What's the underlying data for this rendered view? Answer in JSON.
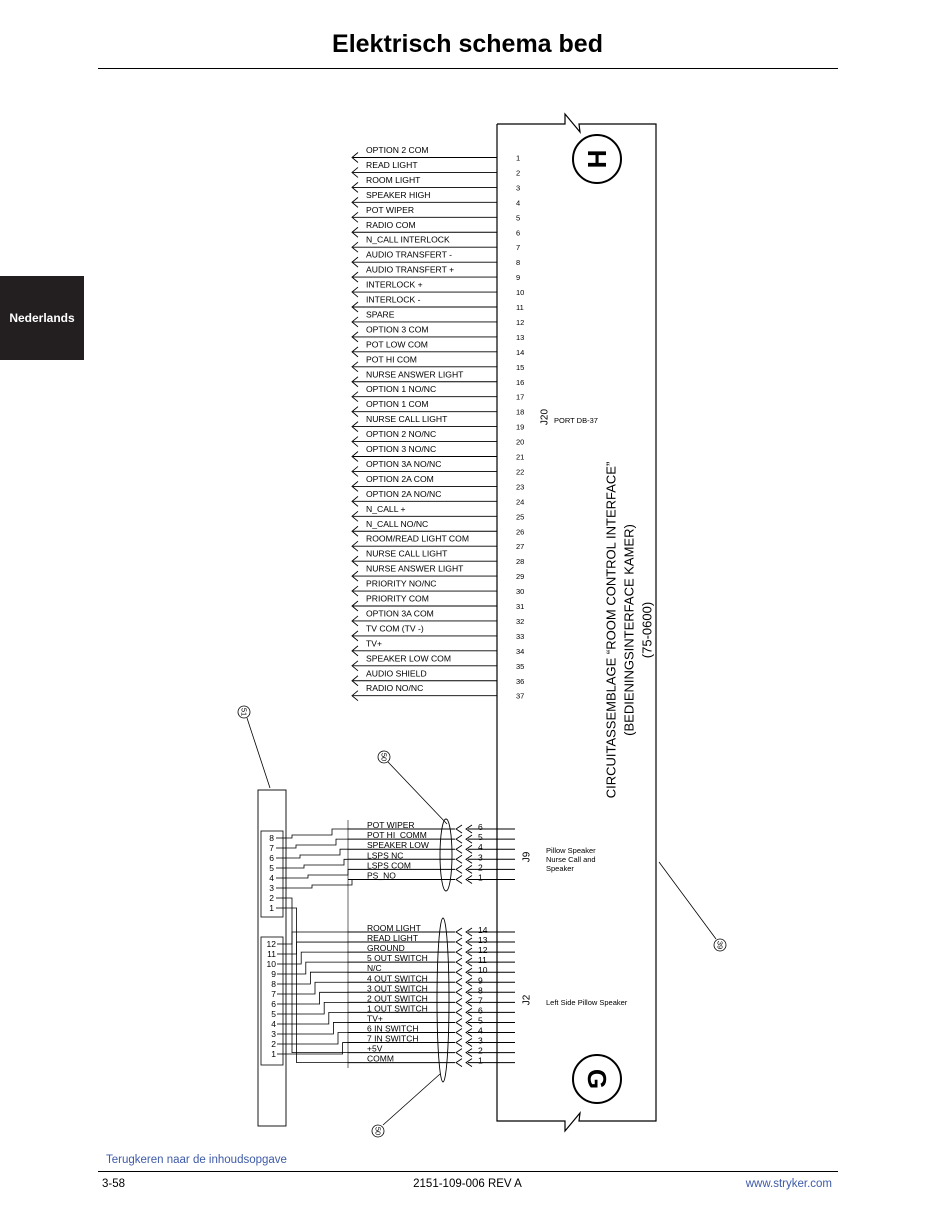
{
  "header": {
    "title": "Elektrisch schema bed"
  },
  "side_tab": {
    "label": "Nederlands"
  },
  "footer": {
    "toc_link": "Terugkeren naar de inhoudsopgave",
    "page_number": "3-58",
    "doc_number": "2151-109-006 REV A",
    "website": "www.stryker.com"
  },
  "diagram": {
    "board_title": [
      "CIRCUITASSEMBLAGE “ROOM CONTROL INTERFACE”",
      "(BEDIENINGSINTERFACE KAMER)",
      "(75-0600)"
    ],
    "connector_h": "H",
    "connector_g": "G",
    "j20": {
      "label": "J20",
      "port": "PORT DB-37",
      "pins": [
        {
          "n": "1",
          "signal": "OPTION 2 COM"
        },
        {
          "n": "2",
          "signal": "READ LIGHT"
        },
        {
          "n": "3",
          "signal": "ROOM LIGHT"
        },
        {
          "n": "4",
          "signal": "SPEAKER HIGH"
        },
        {
          "n": "5",
          "signal": "POT WIPER"
        },
        {
          "n": "6",
          "signal": "RADIO COM"
        },
        {
          "n": "7",
          "signal": "N_CALL INTERLOCK"
        },
        {
          "n": "8",
          "signal": "AUDIO TRANSFERT -"
        },
        {
          "n": "9",
          "signal": "AUDIO TRANSFERT +"
        },
        {
          "n": "10",
          "signal": "INTERLOCK +"
        },
        {
          "n": "11",
          "signal": "INTERLOCK -"
        },
        {
          "n": "12",
          "signal": "SPARE"
        },
        {
          "n": "13",
          "signal": "OPTION 3 COM"
        },
        {
          "n": "14",
          "signal": "POT LOW COM"
        },
        {
          "n": "15",
          "signal": "POT HI COM"
        },
        {
          "n": "16",
          "signal": "NURSE ANSWER LIGHT"
        },
        {
          "n": "17",
          "signal": "OPTION 1 NO/NC"
        },
        {
          "n": "18",
          "signal": "OPTION 1 COM"
        },
        {
          "n": "19",
          "signal": "NURSE CALL LIGHT"
        },
        {
          "n": "20",
          "signal": "OPTION 2 NO/NC"
        },
        {
          "n": "21",
          "signal": "OPTION 3 NO/NC"
        },
        {
          "n": "22",
          "signal": "OPTION 3A NO/NC"
        },
        {
          "n": "23",
          "signal": "OPTION 2A COM"
        },
        {
          "n": "24",
          "signal": "OPTION 2A NO/NC"
        },
        {
          "n": "25",
          "signal": "N_CALL +"
        },
        {
          "n": "26",
          "signal": "N_CALL NO/NC"
        },
        {
          "n": "27",
          "signal": "ROOM/READ LIGHT COM"
        },
        {
          "n": "28",
          "signal": "NURSE CALL LIGHT"
        },
        {
          "n": "29",
          "signal": "NURSE ANSWER LIGHT"
        },
        {
          "n": "30",
          "signal": "PRIORITY NO/NC"
        },
        {
          "n": "31",
          "signal": "PRIORITY COM"
        },
        {
          "n": "32",
          "signal": "OPTION 3A COM"
        },
        {
          "n": "33",
          "signal": "TV COM (TV -)"
        },
        {
          "n": "34",
          "signal": "TV+"
        },
        {
          "n": "35",
          "signal": "SPEAKER LOW COM"
        },
        {
          "n": "36",
          "signal": "AUDIO SHIELD"
        },
        {
          "n": "37",
          "signal": "RADIO NO/NC"
        }
      ]
    },
    "j9": {
      "label": "J9",
      "description": [
        "Pillow Speaker",
        "Nurse Call and",
        "Speaker"
      ],
      "pins": [
        {
          "n": "6",
          "signal": "POT WIPER"
        },
        {
          "n": "5",
          "signal": "POT HI_COMM"
        },
        {
          "n": "4",
          "signal": "SPEAKER LOW"
        },
        {
          "n": "3",
          "signal": "LSPS NC"
        },
        {
          "n": "2",
          "signal": "LSPS COM"
        },
        {
          "n": "1",
          "signal": "PS_NO"
        }
      ]
    },
    "j2": {
      "label": "J2",
      "description": "Left Side Pillow Speaker",
      "pins": [
        {
          "n": "14",
          "signal": "ROOM LIGHT"
        },
        {
          "n": "13",
          "signal": "READ LIGHT"
        },
        {
          "n": "12",
          "signal": "GROUND"
        },
        {
          "n": "11",
          "signal": "5 OUT SWITCH"
        },
        {
          "n": "10",
          "signal": "N/C"
        },
        {
          "n": "9",
          "signal": "4 OUT SWITCH"
        },
        {
          "n": "8",
          "signal": "3 OUT SWITCH"
        },
        {
          "n": "7",
          "signal": "2 OUT SWITCH"
        },
        {
          "n": "6",
          "signal": "1 OUT SWITCH"
        },
        {
          "n": "5",
          "signal": "TV+"
        },
        {
          "n": "4",
          "signal": "6 IN SWITCH"
        },
        {
          "n": "3",
          "signal": "7 IN SWITCH"
        },
        {
          "n": "2",
          "signal": "+5V"
        },
        {
          "n": "1",
          "signal": "COMM"
        }
      ]
    },
    "left_connector": {
      "upper_pins": [
        "8",
        "7",
        "6",
        "5",
        "4",
        "3",
        "2",
        "1"
      ],
      "lower_pins": [
        "12",
        "11",
        "10",
        "9",
        "8",
        "7",
        "6",
        "5",
        "4",
        "3",
        "2",
        "1"
      ]
    },
    "callouts": [
      "51",
      "50",
      "50",
      "39"
    ]
  }
}
